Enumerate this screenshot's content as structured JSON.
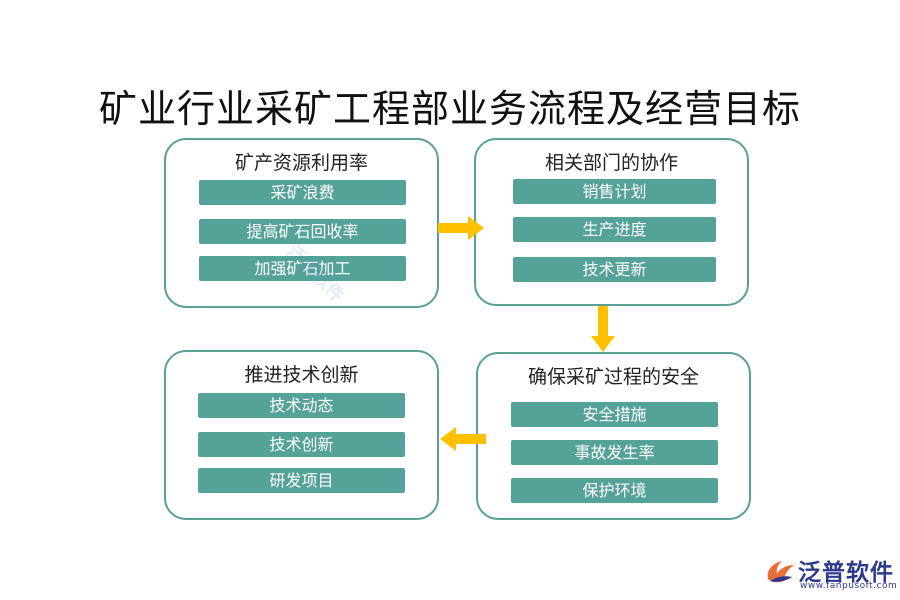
{
  "title": "矿业行业采矿工程部业务流程及经营目标",
  "cards": [
    {
      "title": "矿产资源利用率",
      "items": [
        "采矿浪费",
        "提高矿石回收率",
        "加强矿石加工"
      ]
    },
    {
      "title": "相关部门的协作",
      "items": [
        "销售计划",
        "生产进度",
        "技术更新"
      ]
    },
    {
      "title": "确保采矿过程的安全",
      "items": [
        "安全措施",
        "事故发生率",
        "保护环境"
      ]
    },
    {
      "title": "推进技术创新",
      "items": [
        "技术动态",
        "技术创新",
        "研发项目"
      ]
    }
  ],
  "colors": {
    "border": "#5a9f95",
    "pill": "#55a398",
    "arrow": "#ffc000",
    "logo": "#2d3a8c"
  },
  "watermark": {
    "text": "泛普软件"
  },
  "logo": {
    "name": "泛普软件",
    "url": "www.fanpusoft.com"
  }
}
